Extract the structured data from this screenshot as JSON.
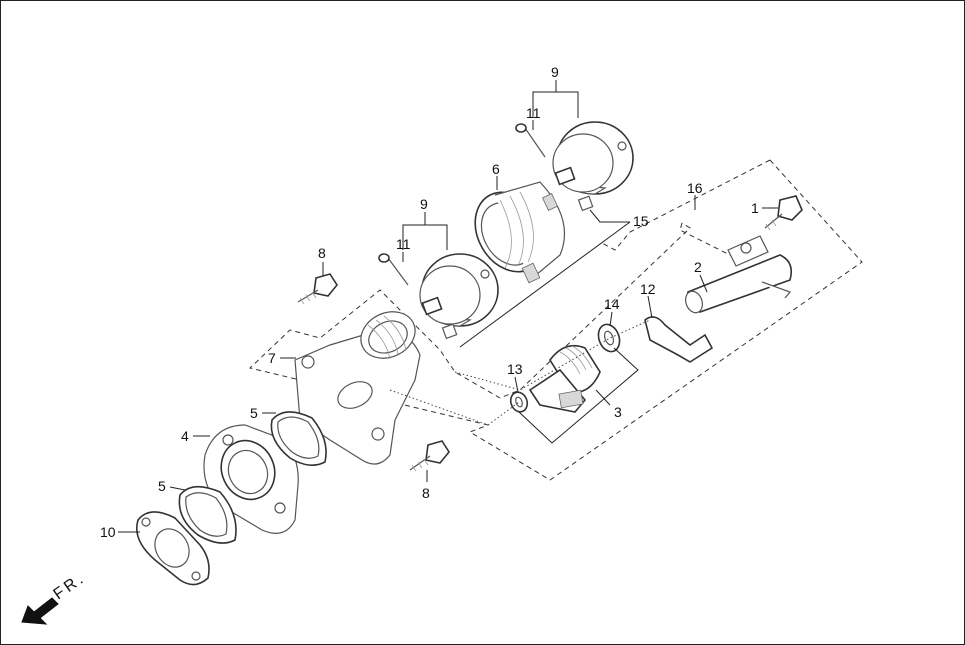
{
  "diagram": {
    "orientation_label": "FR.",
    "callouts": [
      {
        "id": "c9a",
        "label": "9"
      },
      {
        "id": "c11a",
        "label": "11"
      },
      {
        "id": "c6",
        "label": "6"
      },
      {
        "id": "c16",
        "label": "16"
      },
      {
        "id": "c1",
        "label": "1"
      },
      {
        "id": "c15",
        "label": "15"
      },
      {
        "id": "c9b",
        "label": "9"
      },
      {
        "id": "c11b",
        "label": "11"
      },
      {
        "id": "c8a",
        "label": "8"
      },
      {
        "id": "c2",
        "label": "2"
      },
      {
        "id": "c12",
        "label": "12"
      },
      {
        "id": "c14",
        "label": "14"
      },
      {
        "id": "c7",
        "label": "7"
      },
      {
        "id": "c13",
        "label": "13"
      },
      {
        "id": "c3",
        "label": "3"
      },
      {
        "id": "c5a",
        "label": "5"
      },
      {
        "id": "c4",
        "label": "4"
      },
      {
        "id": "c8b",
        "label": "8"
      },
      {
        "id": "c5b",
        "label": "5"
      },
      {
        "id": "c10",
        "label": "10"
      }
    ]
  }
}
